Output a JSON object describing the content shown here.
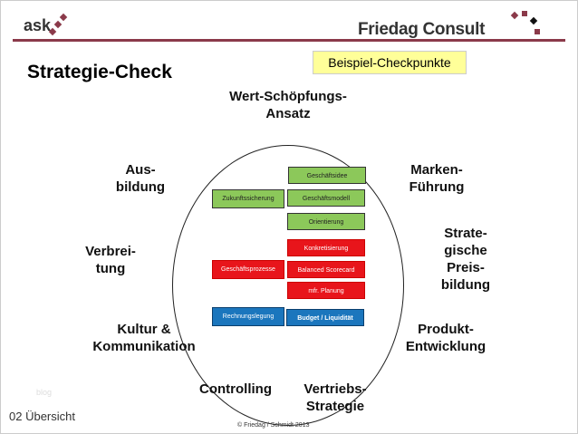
{
  "header": {
    "left_logo": "ask",
    "right_logo": "Friedag Consult"
  },
  "title": "Strategie-Check",
  "badge": "Beispiel-Checkpunkte",
  "labels": {
    "wert": "Wert-Schöpfungs-\nAnsatz",
    "marken": "Marken-\nFührung",
    "preis": "Strate-\ngische\nPreis-\nbildung",
    "produkt": "Produkt-\nEntwicklung",
    "vertrieb": "Vertriebs-\nStrategie",
    "controlling": "Controlling",
    "kultur": "Kultur &\nKommunikation",
    "verbreitung": "Verbrei-\ntung",
    "ausbildung": "Aus-\nbildung"
  },
  "boxes": {
    "geschaeftsidee": "Geschäftsidee",
    "zukunft": "Zukunftssicherung",
    "modell": "Geschäftsmodell",
    "orientierung": "Orientierung",
    "konkret": "Konkretisierung",
    "prozesse": "Geschäftsprozesse",
    "bsc": "Balanced Scorecard",
    "planung": "mfr. Planung",
    "rechnung": "Rechnungslegung",
    "budget": "Budget / Liquidität"
  },
  "footer": {
    "slide": "02 Übersicht",
    "faint": "blog",
    "copyright": "©  Friedag / Schmidt  2013"
  }
}
